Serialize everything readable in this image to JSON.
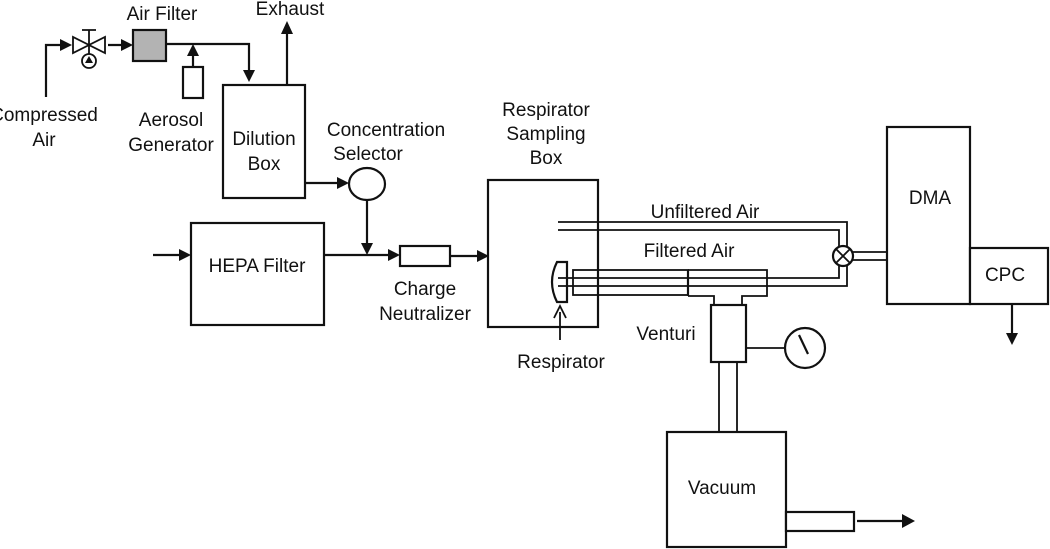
{
  "diagram": {
    "title": "Respirator filtration test setup",
    "colors": {
      "line": "#111111",
      "air_filter_fill": "#b3b3b3",
      "background": "#ffffff"
    },
    "labels": {
      "compressed_air_1": "Compressed",
      "compressed_air_2": "Air",
      "air_filter": "Air Filter",
      "exhaust": "Exhaust",
      "aerosol_generator_1": "Aerosol",
      "aerosol_generator_2": "Generator",
      "dilution_box_1": "Dilution",
      "dilution_box_2": "Box",
      "concentration_selector_1": "Concentration",
      "concentration_selector_2": "Selector",
      "hepa_filter": "HEPA Filter",
      "charge_neutralizer_1": "Charge",
      "charge_neutralizer_2": "Neutralizer",
      "respirator_sampling_box_1": "Respirator",
      "respirator_sampling_box_2": "Sampling",
      "respirator_sampling_box_3": "Box",
      "unfiltered_air": "Unfiltered Air",
      "filtered_air": "Filtered Air",
      "respirator": "Respirator",
      "venturi": "Venturi",
      "dma": "DMA",
      "cpc": "CPC",
      "vacuum": "Vacuum"
    },
    "nodes": [
      "Compressed Air",
      "Valve",
      "Air Filter",
      "Aerosol Generator",
      "Dilution Box",
      "Exhaust",
      "Concentration Selector",
      "HEPA Filter",
      "Charge Neutralizer",
      "Respirator Sampling Box",
      "Respirator",
      "Venturi",
      "Pressure Gauge",
      "Vacuum",
      "Three-way Valve",
      "DMA",
      "CPC"
    ],
    "edges": [
      [
        "Compressed Air",
        "Valve"
      ],
      [
        "Valve",
        "Air Filter"
      ],
      [
        "Air Filter",
        "Dilution Box"
      ],
      [
        "Aerosol Generator",
        "Air Filter line"
      ],
      [
        "Dilution Box",
        "Exhaust"
      ],
      [
        "Dilution Box",
        "Concentration Selector"
      ],
      [
        "Concentration Selector",
        "HEPA Filter line"
      ],
      [
        "HEPA Filter",
        "Charge Neutralizer"
      ],
      [
        "Charge Neutralizer",
        "Respirator Sampling Box"
      ],
      [
        "Respirator Sampling Box",
        "Three-way Valve (Unfiltered Air)"
      ],
      [
        "Respirator",
        "Three-way Valve (Filtered Air)"
      ],
      [
        "Venturi",
        "Vacuum"
      ],
      [
        "Venturi",
        "Pressure Gauge"
      ],
      [
        "Three-way Valve",
        "DMA"
      ],
      [
        "DMA",
        "CPC"
      ],
      [
        "CPC",
        "Outlet"
      ],
      [
        "Vacuum",
        "Outlet"
      ]
    ]
  }
}
